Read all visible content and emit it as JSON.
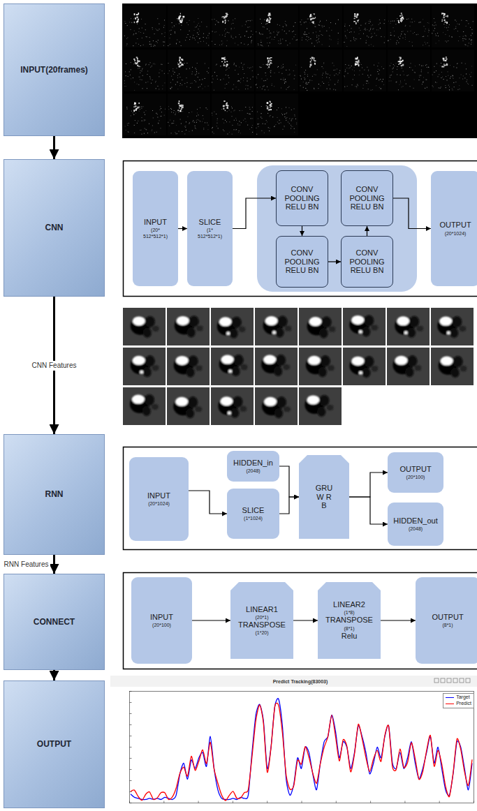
{
  "diagram": {
    "nodes": [
      {
        "text": [
          "INPUT(20frames)"
        ]
      },
      {
        "text": [
          "CNN"
        ]
      },
      {
        "text": [
          "RNN"
        ]
      },
      {
        "text": [
          "CONNECT"
        ]
      },
      {
        "text": [
          "OUTPUT"
        ]
      },
      {
        "text": [
          "INPUT",
          "(20* 512*512*1)"
        ]
      },
      {
        "text": [
          "SLICE",
          "(1* 512*512*1)"
        ]
      },
      {
        "text": [
          "CONV POOLING RELU BN"
        ]
      },
      {
        "text": [
          "CONV POOLING RELU BN"
        ]
      },
      {
        "text": [
          "CONV POOLING RELU BN"
        ]
      },
      {
        "text": [
          "CONV POOLING RELU BN"
        ]
      },
      {
        "text": [
          "OUTPUT",
          "(20*1024)"
        ]
      },
      {
        "text": [
          "INPUT",
          "(20*1024)"
        ]
      },
      {
        "text": [
          "HIDDEN_in",
          "(2048)"
        ]
      },
      {
        "text": [
          "SLICE",
          "(1*1024)"
        ]
      },
      {
        "text": [
          "GRU W R B"
        ]
      },
      {
        "text": [
          "OUTPUT",
          "(20*100)"
        ]
      },
      {
        "text": [
          "HIDDEN_out",
          "(2048)"
        ]
      },
      {
        "text": [
          "INPUT",
          "(20*100)"
        ]
      },
      {
        "text": [
          "LINEAR1",
          "(20*1)",
          "TRANSPOSE",
          "(1*20)"
        ]
      },
      {
        "text": [
          "LINEAR2",
          "(1*8)",
          "TRANSPOSE",
          "(8*1)",
          "Relu"
        ]
      },
      {
        "text": [
          "OUTPUT",
          "(8*1)"
        ]
      }
    ],
    "edges": [
      {
        "from": 0,
        "to": 1,
        "arrow": "to"
      },
      {
        "from": 1,
        "to": 2,
        "arrow": "to",
        "label": "CNN Features"
      },
      {
        "from": 2,
        "to": 3,
        "arrow": "to",
        "label": "RNN Features"
      },
      {
        "from": 3,
        "to": 4,
        "arrow": "to"
      },
      {
        "from": 5,
        "to": 6,
        "arrow": "to"
      },
      {
        "from": 6,
        "to": 7,
        "arrow": "to"
      },
      {
        "from": 7,
        "to": 9,
        "arrow": "to"
      },
      {
        "from": 9,
        "to": 10,
        "arrow": "to"
      },
      {
        "from": 10,
        "to": 8,
        "arrow": "to"
      },
      {
        "from": 8,
        "to": 11,
        "arrow": "to"
      },
      {
        "from": 12,
        "to": 14,
        "arrow": "to"
      },
      {
        "from": 13,
        "to": 15,
        "arrow": "to"
      },
      {
        "from": 14,
        "to": 15,
        "arrow": "to"
      },
      {
        "from": 15,
        "to": 16,
        "arrow": "to"
      },
      {
        "from": 15,
        "to": 17,
        "arrow": "to"
      },
      {
        "from": 18,
        "to": 19,
        "arrow": "to"
      },
      {
        "from": 19,
        "to": 20,
        "arrow": "to"
      },
      {
        "from": 20,
        "to": 21,
        "arrow": "to"
      }
    ],
    "labels": [
      "Predict Tracking(83003)"
    ],
    "legend": [
      {
        "text": "Target"
      },
      {
        "text": "Predict"
      }
    ]
  }
}
